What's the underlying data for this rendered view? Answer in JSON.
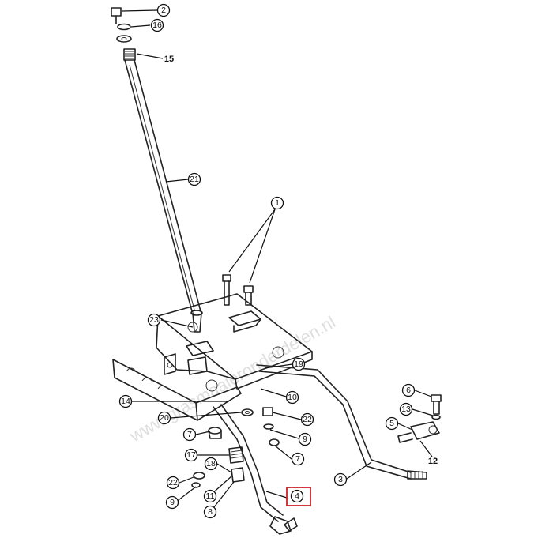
{
  "watermark": "www.grasmaaieronderdelen.nl",
  "highlight_color": "#d0202a",
  "callouts": [
    {
      "id": "c-2",
      "label": "2"
    },
    {
      "id": "c-16-top",
      "label": "16"
    },
    {
      "id": "c-15",
      "label": "15"
    },
    {
      "id": "c-21",
      "label": "21"
    },
    {
      "id": "c-1",
      "label": "1"
    },
    {
      "id": "c-23",
      "label": "23"
    },
    {
      "id": "c-19",
      "label": "19"
    },
    {
      "id": "c-10",
      "label": "10"
    },
    {
      "id": "c-14",
      "label": "14"
    },
    {
      "id": "c-20",
      "label": "20"
    },
    {
      "id": "c-22-right",
      "label": "22"
    },
    {
      "id": "c-9-right",
      "label": "9"
    },
    {
      "id": "c-7-left",
      "label": "7"
    },
    {
      "id": "c-7-right",
      "label": "7"
    },
    {
      "id": "c-17",
      "label": "17"
    },
    {
      "id": "c-18",
      "label": "18"
    },
    {
      "id": "c-22-left",
      "label": "22"
    },
    {
      "id": "c-11",
      "label": "11"
    },
    {
      "id": "c-9-left",
      "label": "9"
    },
    {
      "id": "c-8",
      "label": "8"
    },
    {
      "id": "c-4",
      "label": "4"
    },
    {
      "id": "c-3",
      "label": "3"
    },
    {
      "id": "c-6",
      "label": "6"
    },
    {
      "id": "c-13",
      "label": "13"
    },
    {
      "id": "c-5",
      "label": "5"
    },
    {
      "id": "c-12",
      "label": "12"
    }
  ]
}
